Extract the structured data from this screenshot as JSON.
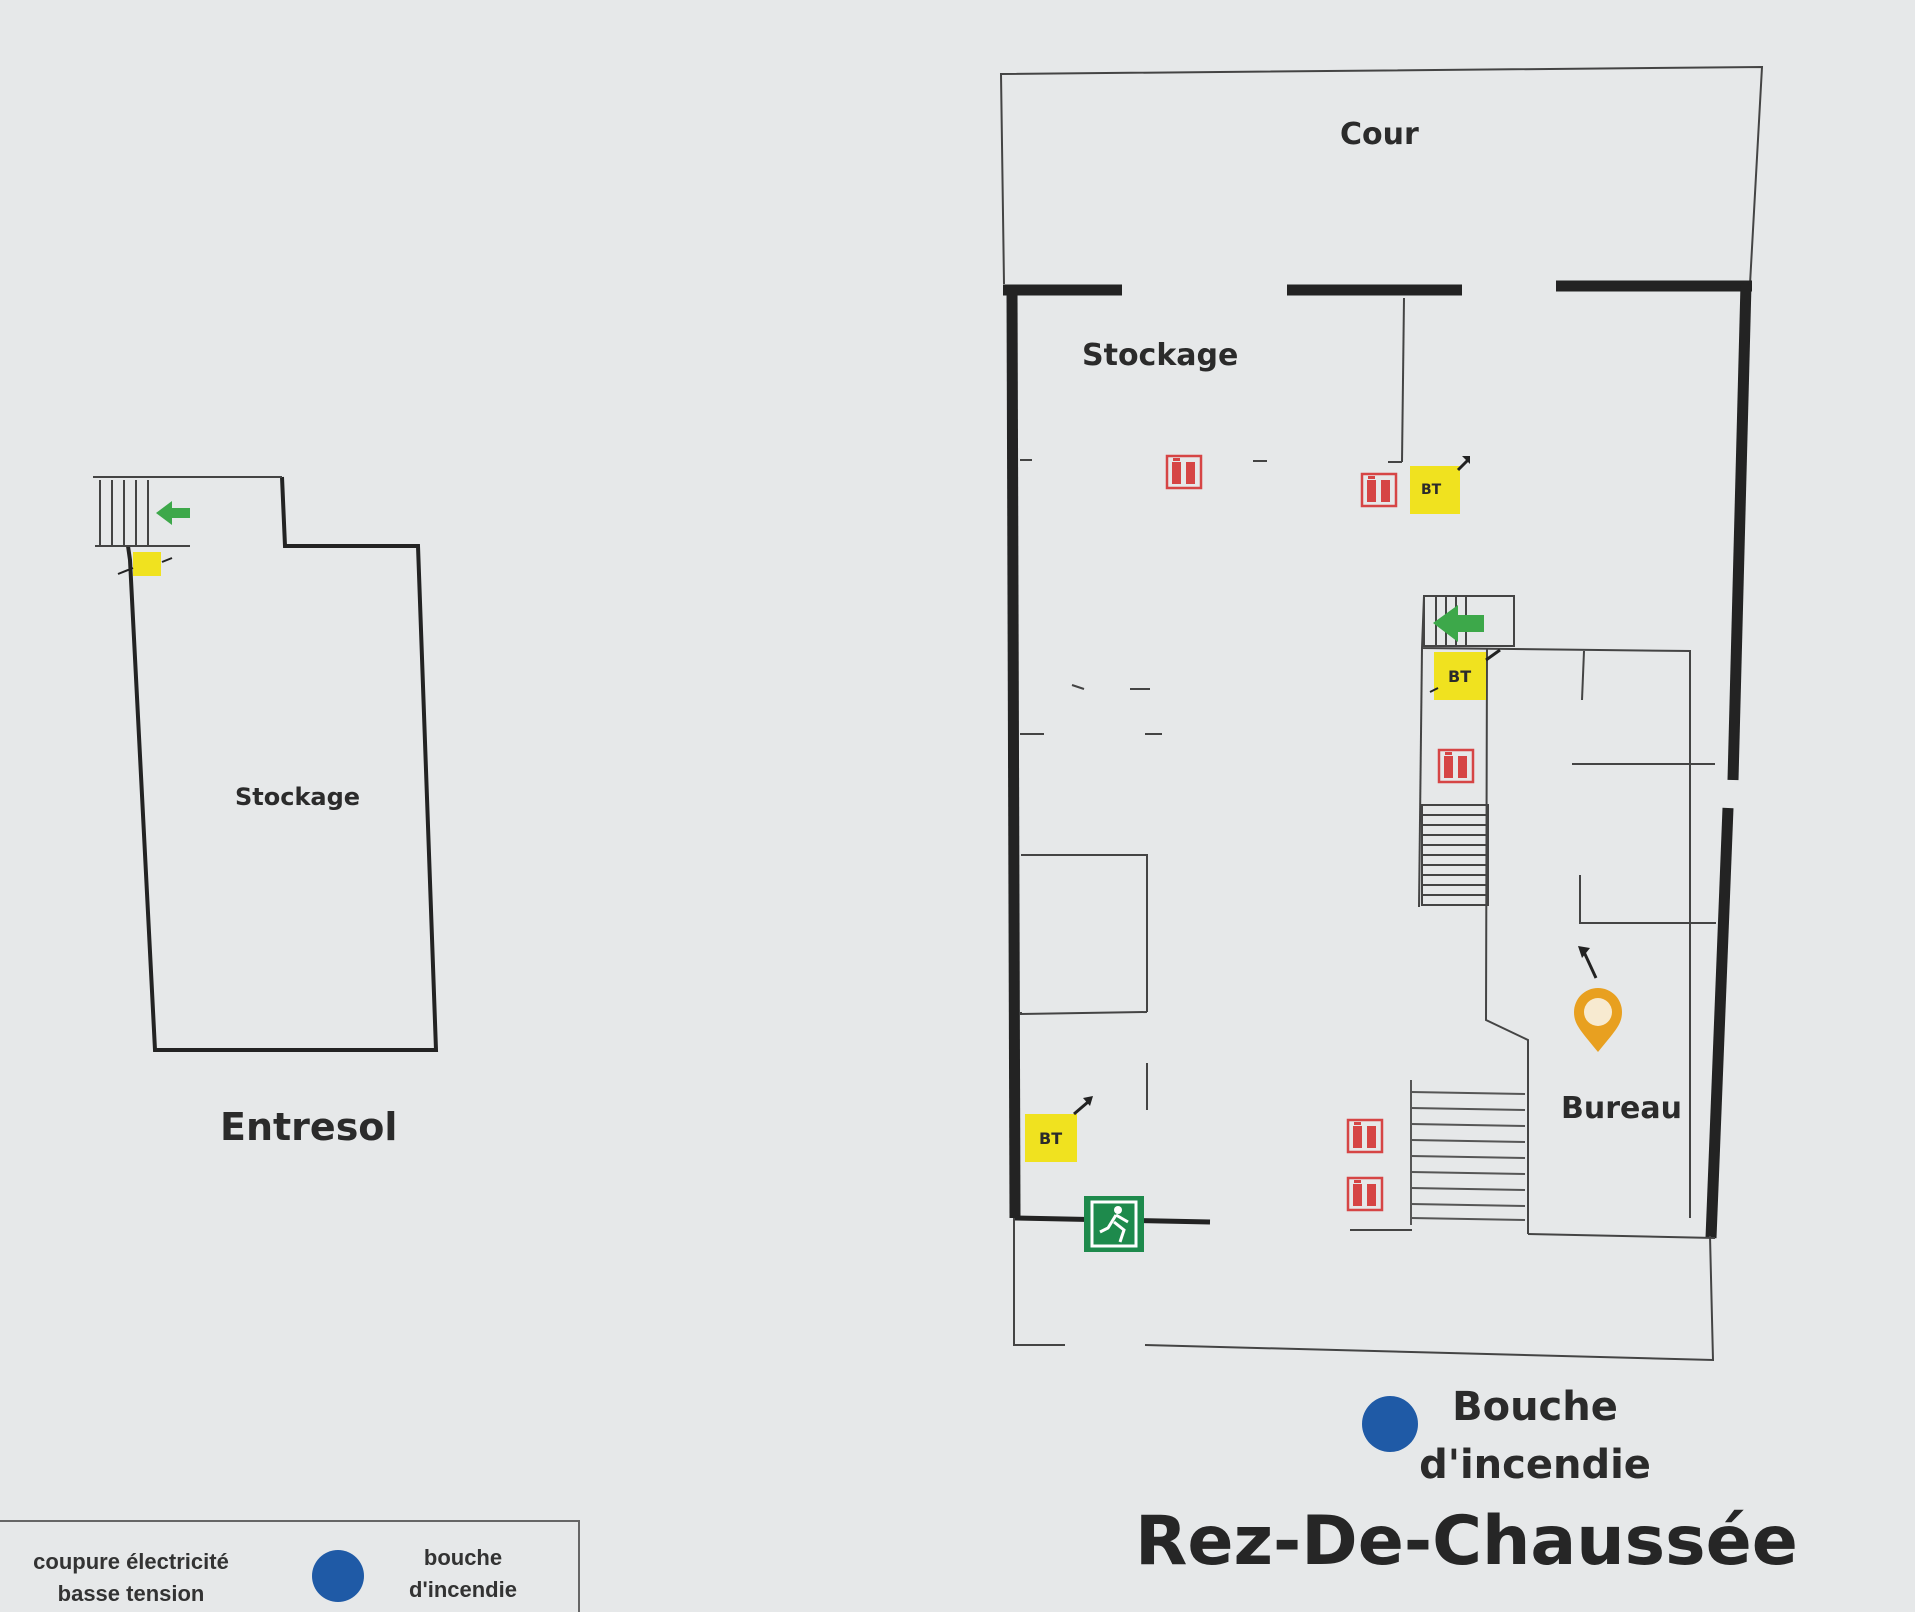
{
  "colors": {
    "background": "#e6e8e9",
    "wall": "#232323",
    "thin_line": "#444444",
    "fire_extinguisher": "#d64545",
    "electric_cutoff": "#f0e21f",
    "exit_sign": "#1e8a4c",
    "stair_arrow": "#3da84a",
    "hydrant_blue": "#1f5aa6",
    "location_marker": "#e8a020"
  },
  "entresol": {
    "room_label": "Stockage",
    "floor_label": "Entresol",
    "symbols": {
      "stairs": "stairs-icon",
      "arrow": "green-arrow-icon",
      "cutoff": "electric-cutoff-icon"
    }
  },
  "rdc": {
    "title": "Rez-De-Chaussée",
    "rooms": {
      "cour": "Cour",
      "stockage": "Stockage",
      "bureau": "Bureau"
    },
    "bt_label": "BT",
    "hydrant": {
      "line1": "Bouche",
      "line2": "d'incendie"
    },
    "symbols": {
      "extinguisher": "fire-extinguisher-icon",
      "exit": "emergency-exit-icon",
      "marker": "location-pin-icon",
      "stairs": "stairs-icon"
    }
  },
  "legend": {
    "item1_line1": "coupure électricité",
    "item1_line2": "basse tension",
    "item2_line1": "bouche",
    "item2_line2": "d'incendie"
  }
}
